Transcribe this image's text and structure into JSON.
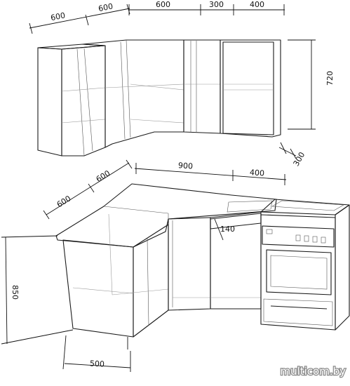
{
  "dimensions": {
    "upper_left_depth": "600",
    "upper_left_width": "600",
    "upper_corner_run": "600",
    "upper_mid_run": "300",
    "upper_right_run": "400",
    "upper_height": "720",
    "upper_depth": "300",
    "lower_left_depth": "600",
    "lower_left_width": "600",
    "lower_run_900": "900",
    "lower_run_400": "400",
    "drawer_height": "140",
    "lower_height": "850",
    "lower_return_width": "500"
  },
  "watermark": "multicom.by"
}
